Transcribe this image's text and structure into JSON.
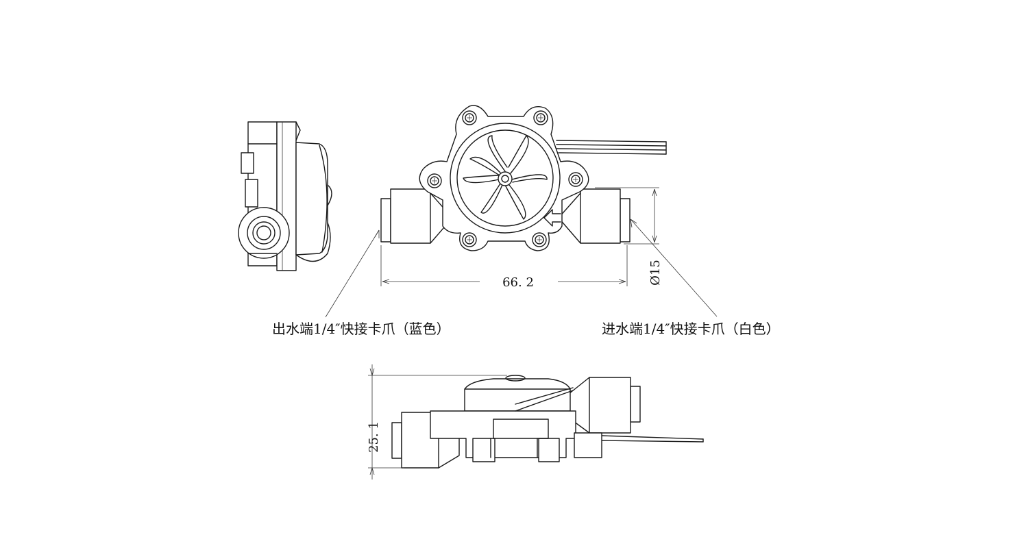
{
  "dimensions": {
    "length": "66. 2",
    "diameter": "Ø15",
    "height": "25. 1"
  },
  "labels": {
    "outlet": "出水端1/4″快接卡爪（蓝色）",
    "inlet": "进水端1/4″快接卡爪（白色）"
  }
}
